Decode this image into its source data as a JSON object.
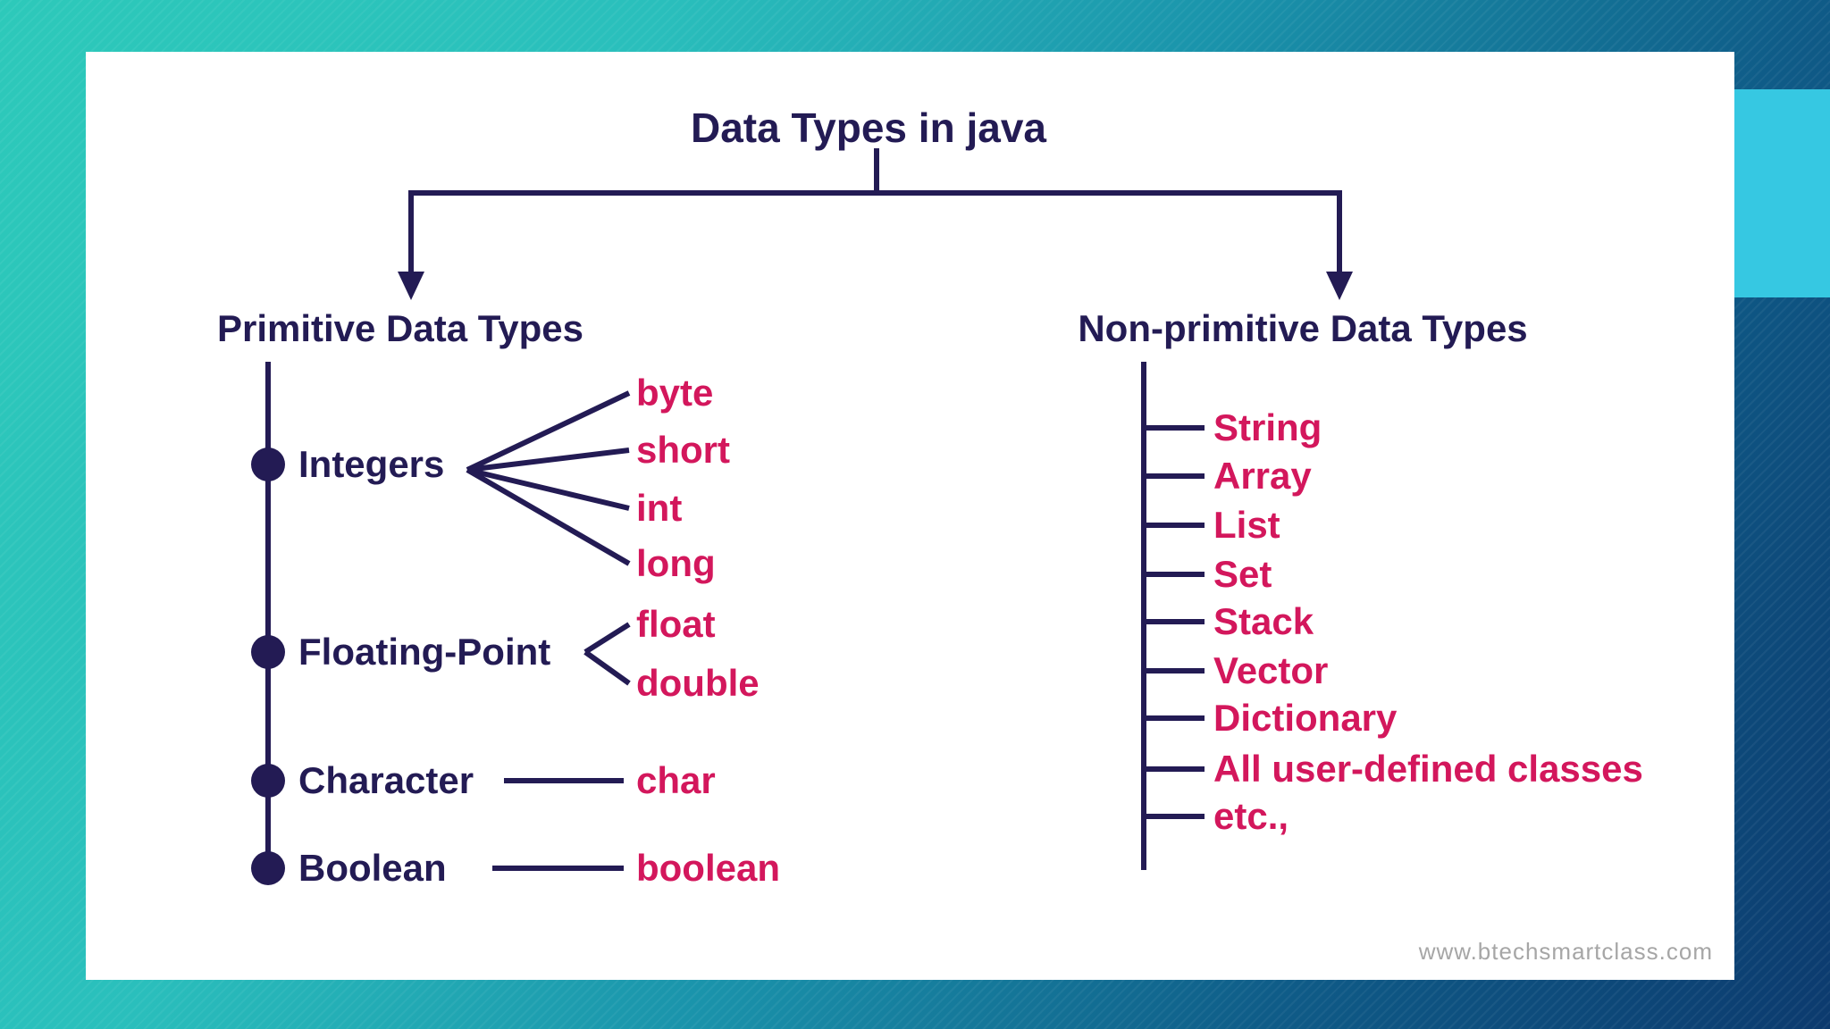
{
  "title": "Data Types in java",
  "watermark": "www.btechsmartclass.com",
  "colors": {
    "structure_navy": "#231b54",
    "type_crimson": "#d3175c",
    "card_background": "#ffffff",
    "background_teal": "#2dc9ba",
    "background_deep_blue": "#0c3a6e",
    "accent_cyan": "#36c8e2",
    "watermark_gray": "#a6a6a6"
  },
  "primitive": {
    "heading": "Primitive Data Types",
    "groups": [
      {
        "label": "Integers",
        "types": [
          "byte",
          "short",
          "int",
          "long"
        ]
      },
      {
        "label": "Floating-Point",
        "types": [
          "float",
          "double"
        ]
      },
      {
        "label": "Character",
        "types": [
          "char"
        ]
      },
      {
        "label": "Boolean",
        "types": [
          "boolean"
        ]
      }
    ]
  },
  "non_primitive": {
    "heading": "Non-primitive Data Types",
    "items": [
      "String",
      "Array",
      "List",
      "Set",
      "Stack",
      "Vector",
      "Dictionary",
      "All user-defined classes",
      "etc.,"
    ]
  }
}
